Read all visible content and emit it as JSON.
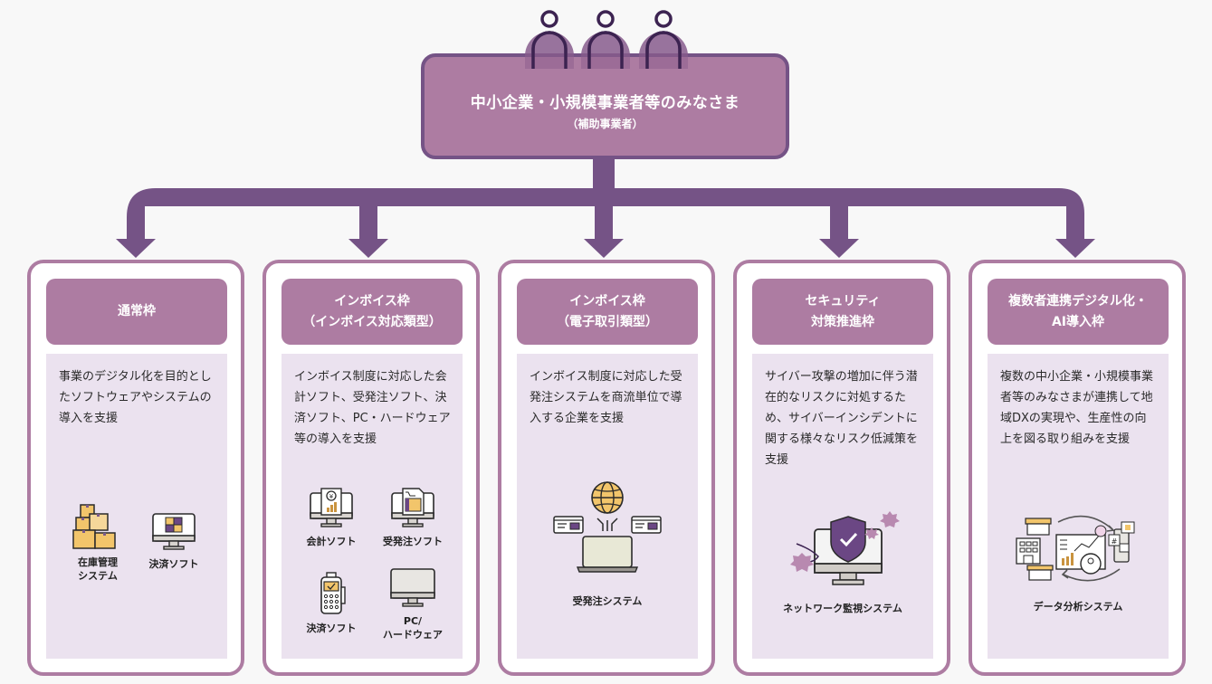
{
  "colors": {
    "background": "#f8f8f8",
    "accent": "#ad7ca2",
    "connector": "#755386",
    "card_body": "#ebe2ef",
    "icon_outline": "#3c2351"
  },
  "top_node": {
    "title": "中小企業・小規模事業者等のみなさま",
    "subtitle": "（補助事業者）",
    "icon": "people-group-icon"
  },
  "cards": [
    {
      "title_lines": [
        "通常枠"
      ],
      "description": "事業のデジタル化を目的としたソフトウェアやシステムの導入を支援",
      "icons": [
        {
          "icon": "boxes-icon",
          "label_lines": [
            "在庫管理",
            "システム"
          ]
        },
        {
          "icon": "calculator-monitor-icon",
          "label_lines": [
            "決済ソフト"
          ]
        }
      ]
    },
    {
      "title_lines": [
        "インボイス枠",
        "（インボイス対応類型）"
      ],
      "description": "インボイス制度に対応した会計ソフト、受発注ソフト、決済ソフト、PC・ハードウェア等の導入を支援",
      "icons": [
        {
          "icon": "accounting-monitor-icon",
          "label_lines": [
            "会計ソフト"
          ]
        },
        {
          "icon": "order-monitor-icon",
          "label_lines": [
            "受発注ソフト"
          ]
        },
        {
          "icon": "payment-terminal-icon",
          "label_lines": [
            "決済ソフト"
          ]
        },
        {
          "icon": "pc-monitor-icon",
          "label_lines": [
            "PC/",
            "ハードウェア"
          ]
        }
      ]
    },
    {
      "title_lines": [
        "インボイス枠",
        "（電子取引類型）"
      ],
      "description": "インボイス制度に対応した受発注システムを商流単位で導入する企業を支援",
      "icons": [
        {
          "icon": "globe-laptop-icon",
          "label_lines": [
            "受発注システム"
          ]
        }
      ]
    },
    {
      "title_lines": [
        "セキュリティ",
        "対策推進枠"
      ],
      "description": "サイバー攻撃の増加に伴う潜在的なリスクに対処するため、サイバーインシデントに関する様々なリスク低減策を支援",
      "icons": [
        {
          "icon": "shield-monitor-icon",
          "label_lines": [
            "ネットワーク監視システム"
          ]
        }
      ]
    },
    {
      "title_lines": [
        "複数者連携デジタル化・",
        "AI導入枠"
      ],
      "description": "複数の中小企業・小規模事業者等のみなさまが連携して地域DXの実現や、生産性の向上を図る取り組みを支援",
      "icons": [
        {
          "icon": "data-analysis-icon",
          "label_lines": [
            "データ分析システム"
          ]
        }
      ]
    }
  ]
}
